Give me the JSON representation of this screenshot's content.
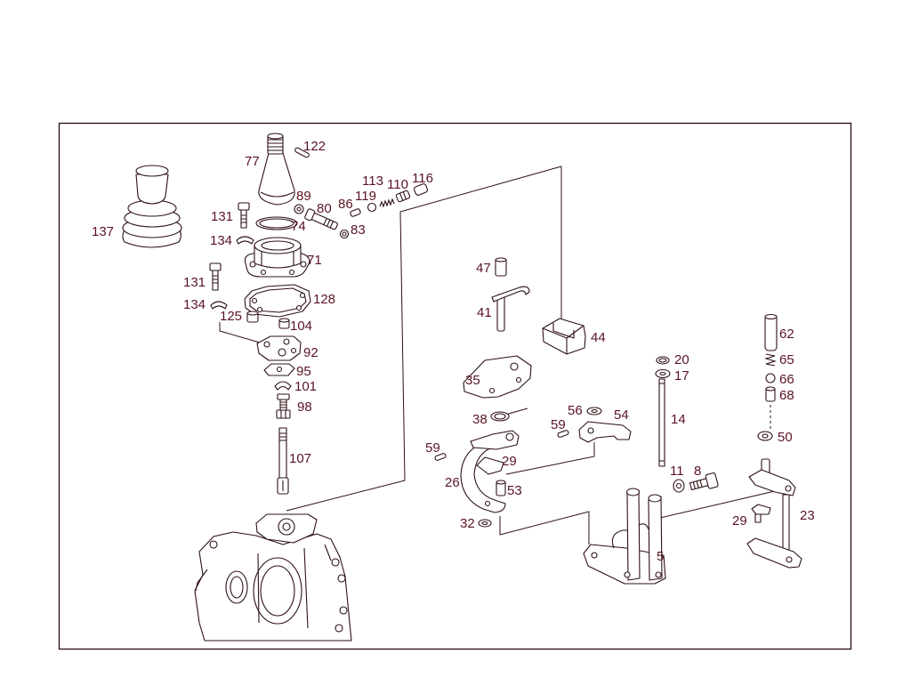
{
  "diagram": {
    "callouts": [
      "122",
      "77",
      "89",
      "80",
      "74",
      "83",
      "86",
      "119",
      "113",
      "110",
      "116",
      "137",
      "131",
      "134",
      "71",
      "131",
      "128",
      "134",
      "125",
      "104",
      "92",
      "95",
      "101",
      "98",
      "107",
      "47",
      "41",
      "44",
      "35",
      "20",
      "17",
      "62",
      "65",
      "66",
      "68",
      "38",
      "56",
      "54",
      "59",
      "14",
      "50",
      "59",
      "29",
      "26",
      "53",
      "11",
      "8",
      "32",
      "29",
      "23",
      "5"
    ]
  },
  "colors": {
    "background": "#ffffff",
    "line": "#2e1014",
    "callout_text": "#5a1424",
    "frame": "#2a0d10"
  }
}
